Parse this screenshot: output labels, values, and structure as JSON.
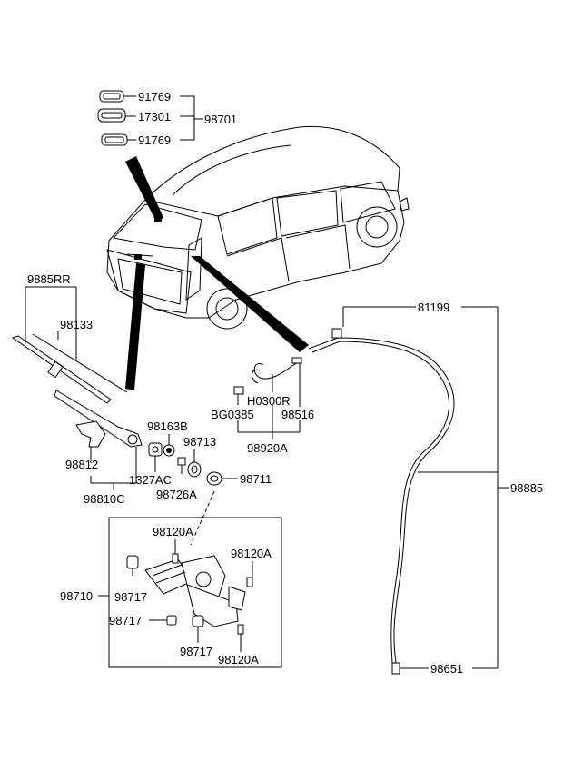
{
  "labels": {
    "p91769a": "91769",
    "p17301": "17301",
    "p91769b": "91769",
    "p98701": "98701",
    "p9885rr": "9885RR",
    "p98133": "98133",
    "p81199": "81199",
    "p98163b": "98163B",
    "p98713": "98713",
    "ph0300r": "H0300R",
    "pbg0385": "BG0385",
    "p98516": "98516",
    "p98920a": "98920A",
    "p98812": "98812",
    "p1327ac": "1327AC",
    "p98726a": "98726A",
    "p98711": "98711",
    "p98810c": "98810C",
    "p98885": "98885",
    "p98120a_top": "98120A",
    "p98120a_right": "98120A",
    "p98710": "98710",
    "p98717_a": "98717",
    "p98717_b": "98717",
    "p98717_c": "98717",
    "p98120a_bottom": "98120A",
    "p98651": "98651"
  }
}
